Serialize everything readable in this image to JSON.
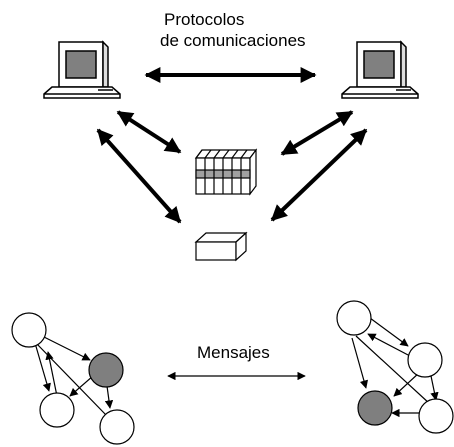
{
  "labels": {
    "protocols_line1": "Protocolos",
    "protocols_line2": "de comunicaciones",
    "messages": "Mensajes"
  },
  "colors": {
    "stroke": "#000000",
    "background": "#ffffff",
    "screen": "#808080",
    "node_highlight": "#7f7f7f",
    "rack_band": "#a0a0a0"
  },
  "icons": [
    "computer-icon",
    "computer-icon",
    "server-rack-icon",
    "device-box-icon"
  ]
}
